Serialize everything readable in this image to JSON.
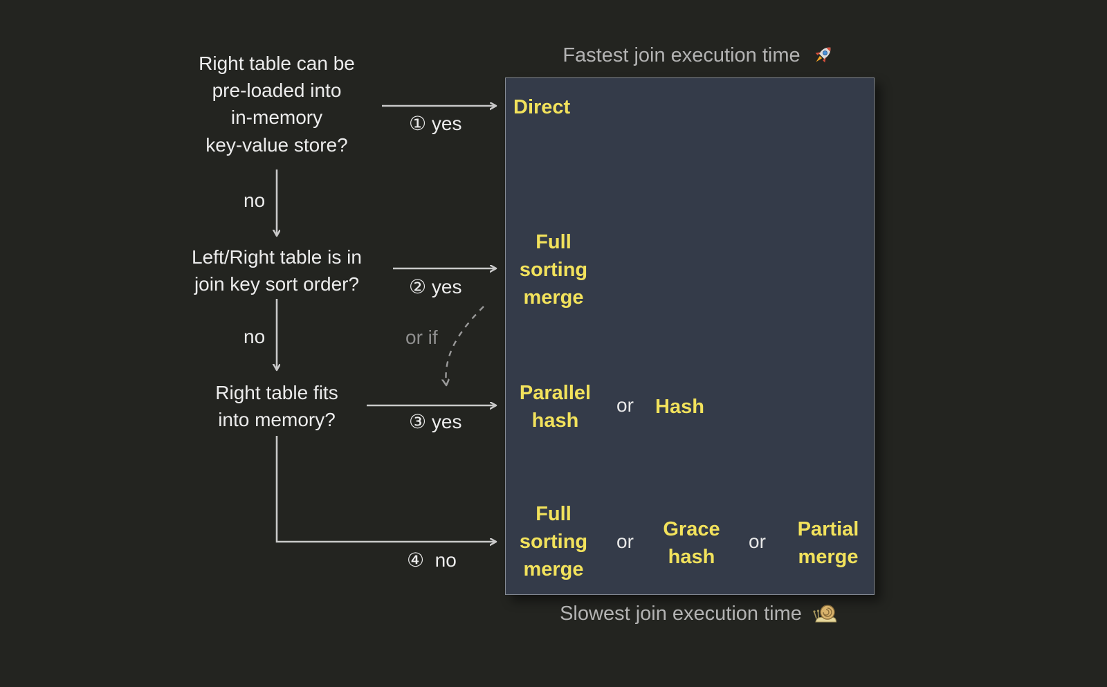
{
  "colors": {
    "background": "#232420",
    "panel": "#343b49",
    "panel_border": "#858b94",
    "algorithm_text": "#f2e25c",
    "question_text": "#ececec",
    "title_text": "#b3b3b3",
    "arrow": "#c9c9c9",
    "dashed_arrow": "#9a9a9a"
  },
  "header": {
    "label": "Fastest join execution time",
    "icon": "rocket-icon"
  },
  "footer": {
    "label": "Slowest join execution time",
    "icon": "snail-icon"
  },
  "decisions": {
    "q1": "Right table can be\npre-loaded into\nin-memory\nkey-value store?",
    "q2": "Left/Right table is in\njoin key sort order?",
    "q3": "Right table fits\ninto memory?"
  },
  "edge_labels": {
    "e1": "① yes",
    "e2": "② yes",
    "e3": "③ yes",
    "e4": "④  no",
    "no1": "no",
    "no2": "no",
    "or_if": "or if"
  },
  "algorithms": {
    "direct": "Direct",
    "full_sorting_merge_top": "Full\nsorting\nmerge",
    "parallel_hash": "Parallel\nhash",
    "hash": "Hash",
    "or1": "or",
    "full_sorting_merge_bottom": "Full\nsorting\nmerge",
    "or2": "or",
    "grace_hash": "Grace\nhash",
    "or3": "or",
    "partial_merge": "Partial\nmerge"
  }
}
